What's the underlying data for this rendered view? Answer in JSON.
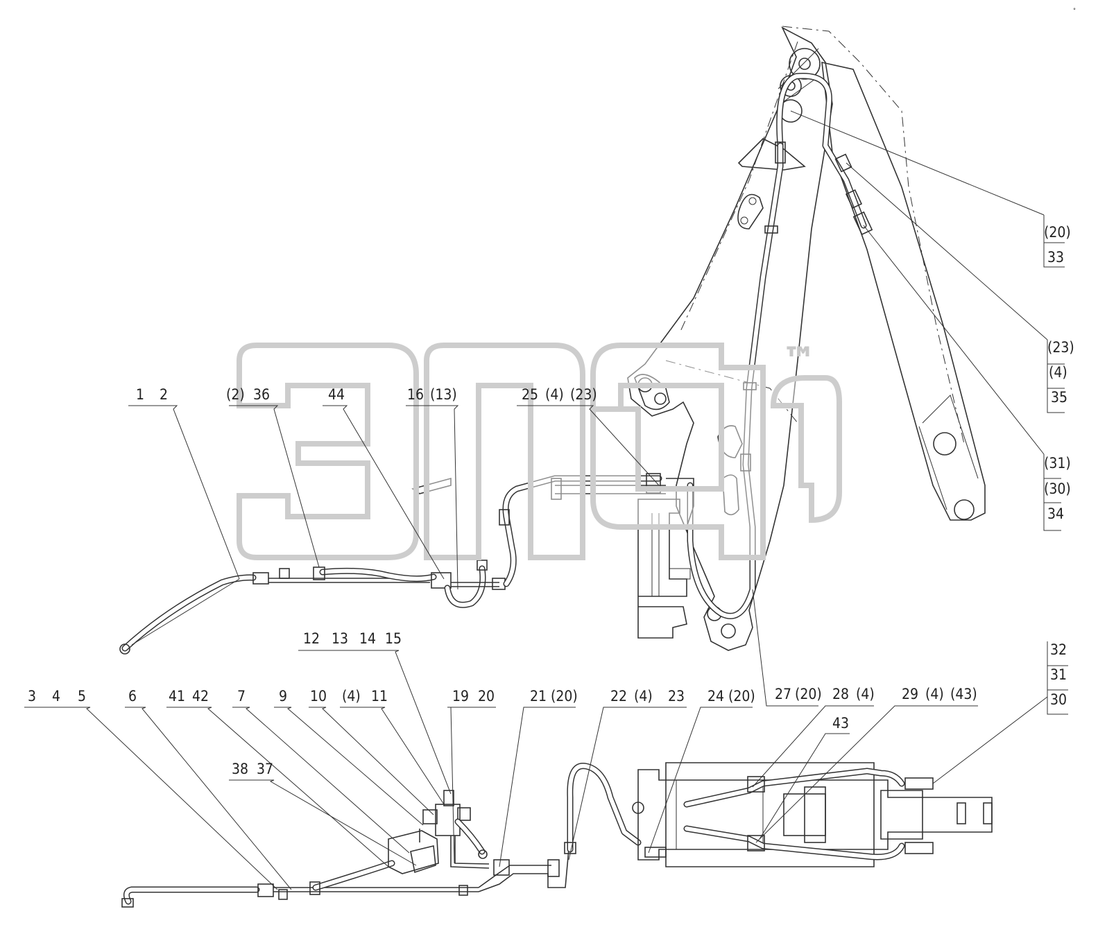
{
  "watermark": {
    "trademark": "™"
  },
  "callouts": [
    {
      "id": "c-1-2",
      "labels": [
        "1",
        "2"
      ]
    },
    {
      "id": "c-2-36",
      "labels": [
        "(2)",
        "36"
      ]
    },
    {
      "id": "c-44",
      "labels": [
        "44"
      ]
    },
    {
      "id": "c-16-13",
      "labels": [
        "16",
        "(13)"
      ]
    },
    {
      "id": "c-25-4-23",
      "labels": [
        "25",
        "(4)",
        "(23)"
      ]
    },
    {
      "id": "c-12-15",
      "labels": [
        "12",
        "13",
        "14",
        "15"
      ]
    },
    {
      "id": "c-3-5",
      "labels": [
        "3",
        "4",
        "5"
      ]
    },
    {
      "id": "c-6",
      "labels": [
        "6"
      ]
    },
    {
      "id": "c-41-42",
      "labels": [
        "41",
        "42"
      ]
    },
    {
      "id": "c-7",
      "labels": [
        "7"
      ]
    },
    {
      "id": "c-9",
      "labels": [
        "9"
      ]
    },
    {
      "id": "c-10",
      "labels": [
        "10"
      ]
    },
    {
      "id": "c-4-11",
      "labels": [
        "(4)",
        "11"
      ]
    },
    {
      "id": "c-19-20",
      "labels": [
        "19",
        "20"
      ]
    },
    {
      "id": "c-21-20",
      "labels": [
        "21",
        "(20)"
      ]
    },
    {
      "id": "c-22-4-23",
      "labels": [
        "22",
        "(4)",
        "23"
      ]
    },
    {
      "id": "c-24-20",
      "labels": [
        "24",
        "(20)"
      ]
    },
    {
      "id": "c-27-20",
      "labels": [
        "27",
        "(20)"
      ]
    },
    {
      "id": "c-28-4",
      "labels": [
        "28",
        "(4)"
      ]
    },
    {
      "id": "c-29-4-43",
      "labels": [
        "29",
        "(4)",
        "(43)"
      ]
    },
    {
      "id": "c-43",
      "labels": [
        "43"
      ]
    },
    {
      "id": "c-38-37",
      "labels": [
        "38",
        "37"
      ]
    },
    {
      "id": "c-20-33",
      "labels": [
        "(20)",
        "33"
      ]
    },
    {
      "id": "c-23-4-35",
      "labels": [
        "(23)",
        "(4)",
        "35"
      ]
    },
    {
      "id": "c-31-30-34",
      "labels": [
        "(31)",
        "(30)",
        "34"
      ]
    },
    {
      "id": "c-32-31-30",
      "labels": [
        "32",
        "31",
        "30"
      ]
    }
  ]
}
